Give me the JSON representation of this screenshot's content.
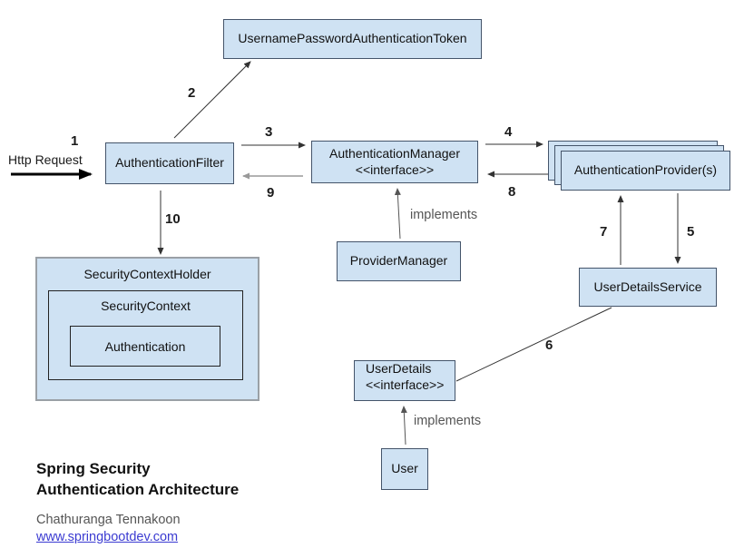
{
  "diagram": {
    "http_request_label": "Http Request",
    "implements_manager": "implements",
    "implements_userdetails": "implements",
    "title_line1": "Spring Security",
    "title_line2": "Authentication Architecture",
    "author": "Chathuranga Tennakoon",
    "website": "www.springbootdev.com"
  },
  "nodes": {
    "token": {
      "label": "UsernamePasswordAuthenticationToken"
    },
    "filter": {
      "label": "AuthenticationFilter"
    },
    "manager": {
      "line1": "AuthenticationManager",
      "line2": "<<interface>>"
    },
    "providers": {
      "label": "AuthenticationProvider(s)"
    },
    "provider_manager": {
      "label": "ProviderManager"
    },
    "user_details_service": {
      "label": "UserDetailsService"
    },
    "security_context_holder": {
      "label": "SecurityContextHolder"
    },
    "security_context": {
      "label": "SecurityContext"
    },
    "authentication": {
      "label": "Authentication"
    },
    "user_details": {
      "line1": "UserDetails",
      "line2": "<<interface>>"
    },
    "user": {
      "label": "User"
    }
  },
  "step_labels": {
    "s1": "1",
    "s2": "2",
    "s3": "3",
    "s4": "4",
    "s5": "5",
    "s6": "6",
    "s7": "7",
    "s8": "8",
    "s9": "9",
    "s10": "10"
  },
  "colors": {
    "box_fill": "#cfe2f3",
    "box_border": "#44546a",
    "holder_border": "#9aa0a6",
    "dark_line": "#333333",
    "gray_line": "#999999",
    "implements_line": "#555555",
    "link": "#3b3bd1"
  }
}
